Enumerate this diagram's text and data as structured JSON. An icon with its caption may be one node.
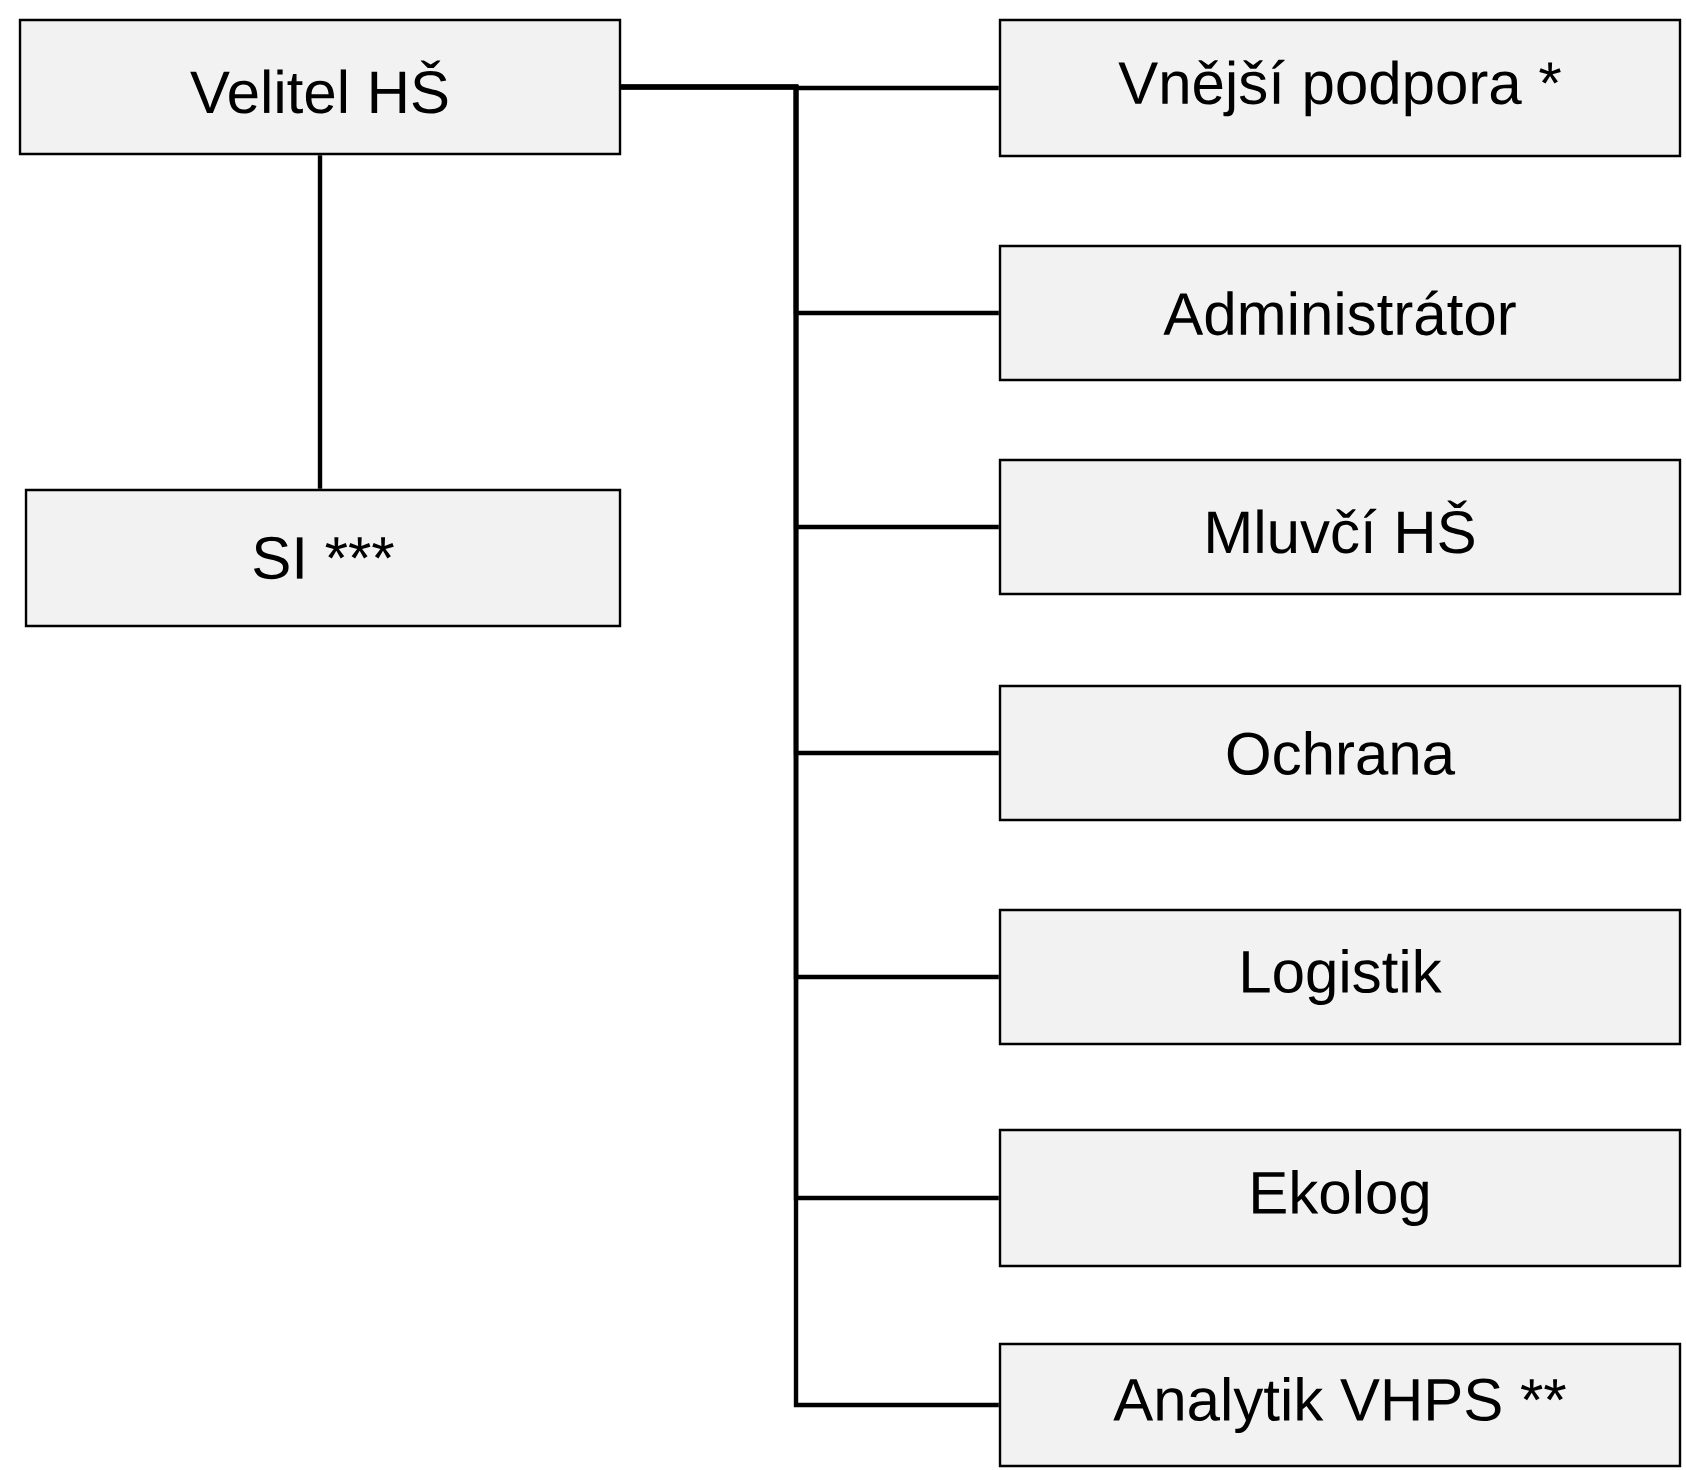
{
  "diagram": {
    "nodes": [
      {
        "text": [
          "Velitel HŠ"
        ]
      },
      {
        "text": [
          "SI ***"
        ]
      },
      {
        "text": [
          "Vnější podpora *"
        ]
      },
      {
        "text": [
          "Administrátor"
        ]
      },
      {
        "text": [
          "Mluvčí HŠ"
        ]
      },
      {
        "text": [
          "Ochrana"
        ]
      },
      {
        "text": [
          "Logistik"
        ]
      },
      {
        "text": [
          "Ekolog"
        ]
      },
      {
        "text": [
          "Analytik VHPS **"
        ]
      }
    ],
    "edges": [
      {
        "from": 0,
        "to": 1,
        "arrow": "none"
      },
      {
        "from": 0,
        "to": 2,
        "arrow": "none"
      },
      {
        "from": 0,
        "to": 3,
        "arrow": "none"
      },
      {
        "from": 0,
        "to": 4,
        "arrow": "none"
      },
      {
        "from": 0,
        "to": 5,
        "arrow": "none"
      },
      {
        "from": 0,
        "to": 6,
        "arrow": "none"
      },
      {
        "from": 0,
        "to": 7,
        "arrow": "none"
      },
      {
        "from": 0,
        "to": 8,
        "arrow": "none"
      }
    ]
  }
}
